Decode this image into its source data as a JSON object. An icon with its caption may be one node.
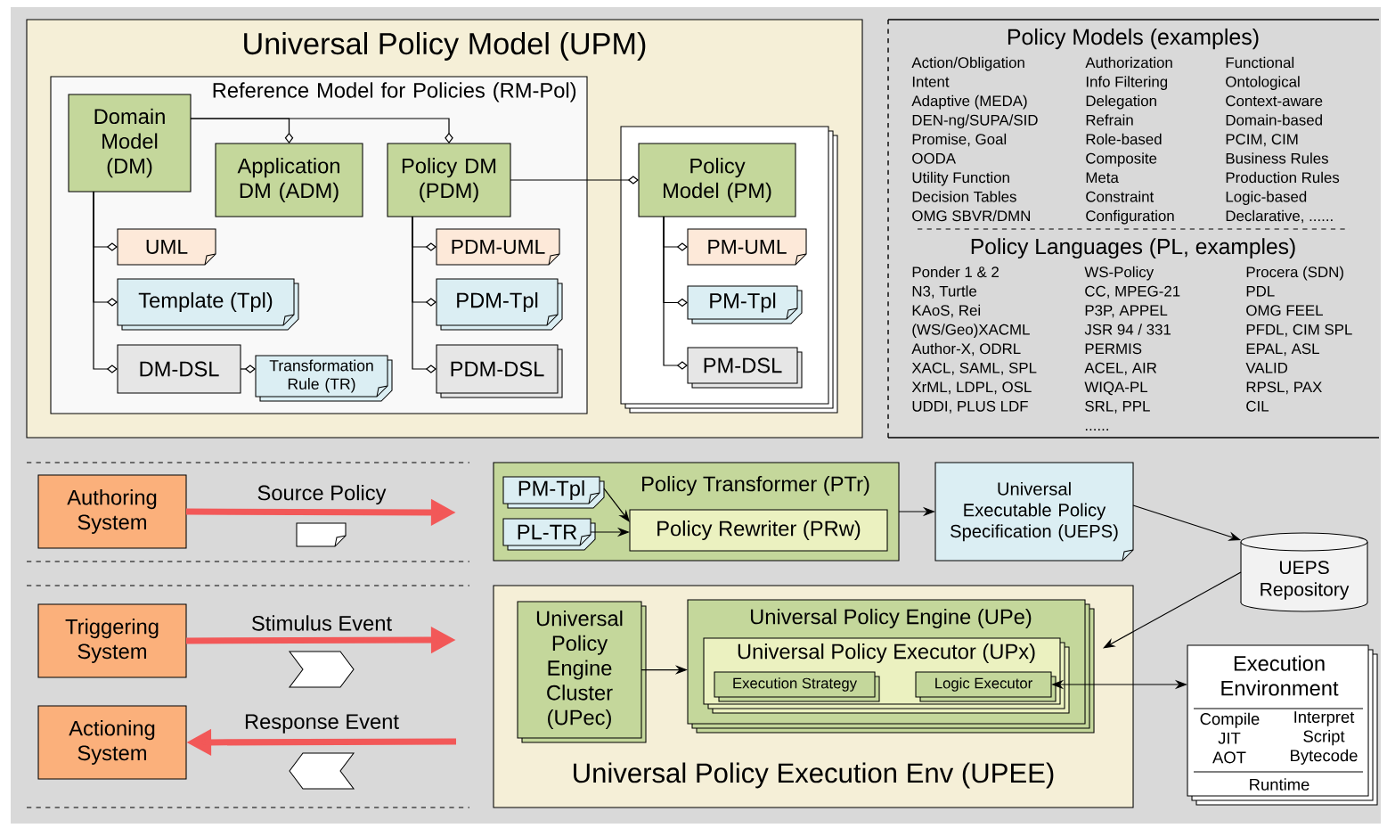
{
  "diagram": {
    "nodes": [
      {
        "text": [
          "Universal Policy Model (UPM)"
        ]
      },
      {
        "text": [
          "Reference Model for Policies (RM-Pol)"
        ],
        "in": 0
      },
      {
        "text": [
          "Domain Model (DM)"
        ],
        "in": 1
      },
      {
        "text": [
          "Application DM (ADM)"
        ],
        "in": 1
      },
      {
        "text": [
          "Policy DM (PDM)"
        ],
        "in": 1
      },
      {
        "text": [
          "UML"
        ],
        "in": 1
      },
      {
        "text": [
          "Template (Tpl)"
        ],
        "in": 1
      },
      {
        "text": [
          "DM-DSL"
        ],
        "in": 1
      },
      {
        "text": [
          "Transformation Rule (TR)"
        ],
        "in": 1
      },
      {
        "text": [
          "PDM-UML"
        ],
        "in": 1
      },
      {
        "text": [
          "PDM-Tpl"
        ],
        "in": 1
      },
      {
        "text": [
          "PDM-DSL"
        ],
        "in": 1
      },
      {
        "text": [],
        "shape": "box",
        "in": 0
      },
      {
        "text": [
          "Policy Model (PM)"
        ],
        "in": 12
      },
      {
        "text": [
          "PM-UML"
        ],
        "in": 12
      },
      {
        "text": [
          "PM-Tpl"
        ],
        "in": 12
      },
      {
        "text": [
          "PM-DSL"
        ],
        "in": 12
      },
      {
        "text": [
          "Authoring System"
        ]
      },
      {
        "text": [
          "Triggering System"
        ]
      },
      {
        "text": [
          "Actioning System"
        ]
      },
      {
        "text": [
          "Policy Transformer (PTr)"
        ]
      },
      {
        "text": [
          "PM-Tpl"
        ],
        "in": 20
      },
      {
        "text": [
          "PL-TR"
        ],
        "in": 20
      },
      {
        "text": [
          "Policy Rewriter (PRw)"
        ],
        "in": 20
      },
      {
        "text": [
          "Universal Executable Policy Specification (UEPS)"
        ]
      },
      {
        "text": [
          "UEPS Repository"
        ]
      },
      {
        "text": [
          "Universal Policy Execution Env (UPEE)"
        ]
      },
      {
        "text": [
          "Universal Policy Engine Cluster (UPec)"
        ],
        "in": 26
      },
      {
        "text": [
          "Universal Policy Engine (UPe)"
        ],
        "in": 26
      },
      {
        "text": [
          "Universal Policy Executor (UPx)"
        ],
        "in": 28
      },
      {
        "text": [
          "Execution Strategy"
        ],
        "in": 29
      },
      {
        "text": [
          "Logic Executor"
        ],
        "in": 29
      },
      {
        "text": [
          "Execution Environment",
          "Compile JIT AOT",
          "Interpret Script Bytecode",
          "Runtime"
        ]
      }
    ],
    "edges": [
      {
        "from": 2,
        "to": 3,
        "arrow": "other"
      },
      {
        "from": 2,
        "to": 4,
        "arrow": "other"
      },
      {
        "from": 4,
        "to": 13,
        "arrow": "other"
      },
      {
        "from": 2,
        "to": 5,
        "arrow": "other"
      },
      {
        "from": 2,
        "to": 6,
        "arrow": "other"
      },
      {
        "from": 2,
        "to": 7,
        "arrow": "other"
      },
      {
        "from": 7,
        "to": 8,
        "arrow": "other"
      },
      {
        "from": 4,
        "to": 9,
        "arrow": "other"
      },
      {
        "from": 4,
        "to": 10,
        "arrow": "other"
      },
      {
        "from": 4,
        "to": 11,
        "arrow": "other"
      },
      {
        "from": 13,
        "to": 14,
        "arrow": "other"
      },
      {
        "from": 13,
        "to": 15,
        "arrow": "other"
      },
      {
        "from": 13,
        "to": 16,
        "arrow": "other"
      },
      {
        "from": 17,
        "to": null,
        "arrow": "to",
        "label": "Source Policy",
        "style": "thick",
        "color": "#f25858"
      },
      {
        "from": 18,
        "to": null,
        "arrow": "to",
        "label": "Stimulus Event",
        "style": "thick",
        "color": "#f25858"
      },
      {
        "from": null,
        "to": 19,
        "arrow": "to",
        "label": "Response Event",
        "style": "thick",
        "color": "#f25858"
      },
      {
        "from": 21,
        "to": 23,
        "arrow": "to"
      },
      {
        "from": 22,
        "to": 23,
        "arrow": "to"
      },
      {
        "from": 20,
        "to": 24,
        "arrow": "to"
      },
      {
        "from": 24,
        "to": 25,
        "arrow": "to"
      },
      {
        "from": 25,
        "to": 28,
        "arrow": "to"
      },
      {
        "from": 27,
        "to": 28,
        "arrow": "to"
      },
      {
        "from": 31,
        "to": 32,
        "arrow": "both"
      }
    ],
    "labels": [
      "Policy Models (examples)",
      "Action/Obligation",
      "Authorization",
      "Functional",
      "Intent",
      "Info Filtering",
      "Ontological",
      "Adaptive (MEDA)",
      "Delegation",
      "Context-aware",
      "DEN-ng/SUPA/SID",
      "Refrain",
      "Domain-based",
      "Promise, Goal",
      "Role-based",
      "PCIM, CIM",
      "OODA",
      "Composite",
      "Business Rules",
      "Utility Function",
      "Meta",
      "Production Rules",
      "Decision Tables",
      "Constraint",
      "Logic-based",
      "OMG SBVR/DMN",
      "Configuration",
      "Declarative, ......",
      "Policy Languages (PL, examples)",
      "Ponder 1 & 2",
      "WS-Policy",
      "Procera (SDN)",
      "N3, Turtle",
      "CC, MPEG-21",
      "PDL",
      "KAoS, Rei",
      "P3P, APPEL",
      "OMG FEEL",
      "(WS/Geo)XACML",
      "JSR 94 / 331",
      "PFDL, CIM SPL",
      "Author-X, ODRL",
      "PERMIS",
      "EPAL, ASL",
      "XACL, SAML, SPL",
      "ACEL, AIR",
      "VALID",
      "XrML, LDPL, OSL",
      "WIQA-PL",
      "RPSL, PAX",
      "UDDI, PLUS LDF",
      "SRL, PPL",
      "CIL",
      "......"
    ]
  }
}
